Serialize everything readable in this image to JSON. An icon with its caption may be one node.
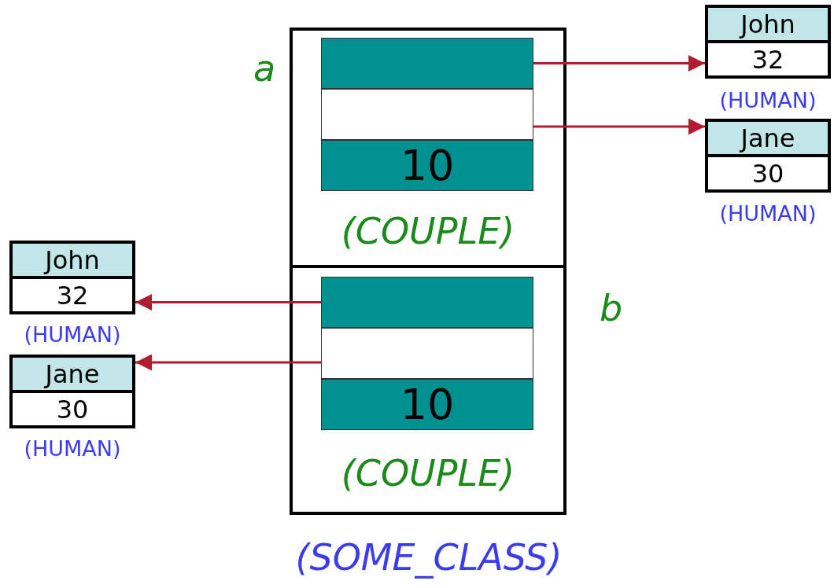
{
  "diagram": {
    "nodes": [
      {
        "text": [
          "(SOME_CLASS)"
        ]
      },
      {
        "text": [
          "(COUPLE)"
        ],
        "in": 0,
        "beside": [
          "a"
        ]
      },
      {
        "text": [],
        "shape": "box",
        "in": 1
      },
      {
        "text": [],
        "shape": "box",
        "in": 1
      },
      {
        "text": [
          "10"
        ],
        "in": 1
      },
      {
        "text": [
          "(COUPLE)"
        ],
        "in": 0,
        "beside": [
          "b"
        ]
      },
      {
        "text": [],
        "shape": "box",
        "in": 5
      },
      {
        "text": [],
        "shape": "box",
        "in": 5
      },
      {
        "text": [
          "10"
        ],
        "in": 5
      },
      {
        "text": [
          "John",
          "32"
        ],
        "beside": [
          "(HUMAN)"
        ]
      },
      {
        "text": [
          "Jane",
          "30"
        ],
        "beside": [
          "(HUMAN)"
        ]
      },
      {
        "text": [
          "John",
          "32"
        ],
        "beside": [
          "(HUMAN)"
        ]
      },
      {
        "text": [
          "Jane",
          "30"
        ],
        "beside": [
          "(HUMAN)"
        ]
      }
    ],
    "edges": [
      {
        "from": 2,
        "to": 9,
        "arrow": "to"
      },
      {
        "from": 3,
        "to": 10,
        "arrow": "to"
      },
      {
        "from": 6,
        "to": 11,
        "arrow": "to"
      },
      {
        "from": 7,
        "to": 12,
        "arrow": "to"
      }
    ]
  }
}
